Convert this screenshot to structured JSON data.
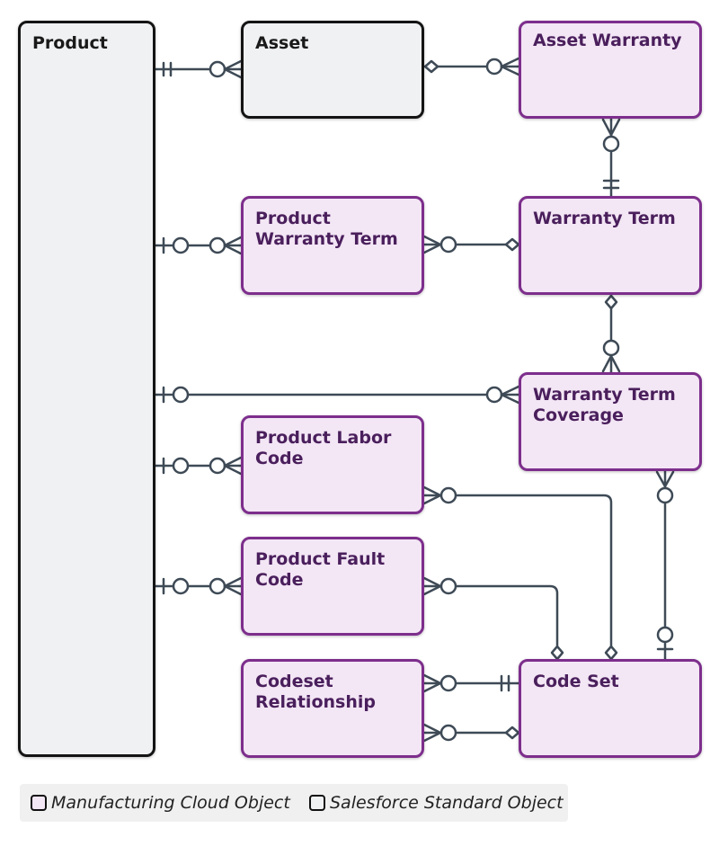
{
  "entities": {
    "product": "Product",
    "asset": "Asset",
    "asset_warranty": "Asset Warranty",
    "product_warranty_term": "Product\nWarranty Term",
    "warranty_term": "Warranty Term",
    "warranty_term_coverage": "Warranty Term\nCoverage",
    "product_labor_code": "Product Labor\nCode",
    "product_fault_code": "Product Fault\nCode",
    "codeset_relationship": "Codeset\nRelationship",
    "code_set": "Code Set"
  },
  "legend": {
    "manufacturing": "Manufacturing Cloud Object",
    "standard": "Salesforce Standard Object"
  },
  "colors": {
    "standard_fill": "#f0f1f3",
    "standard_border": "#141414",
    "manufacturing_fill": "#f3e6f5",
    "manufacturing_border": "#7d2e8c",
    "connector": "#3e4a56"
  }
}
